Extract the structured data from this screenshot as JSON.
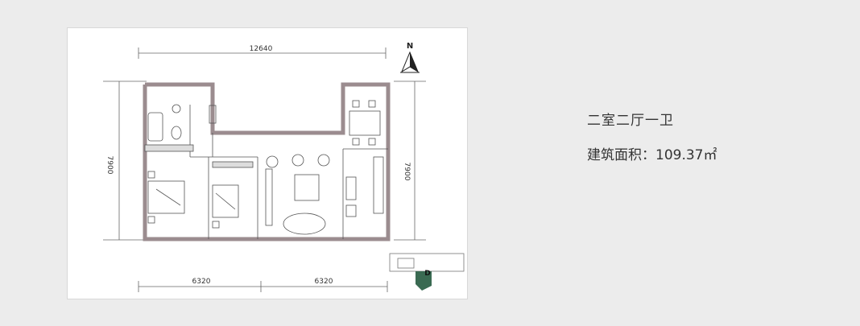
{
  "plan": {
    "width_label": "12640",
    "height_label_left": "7900",
    "height_label_right": "7900",
    "bottom_left_label": "6320",
    "bottom_right_label": "6320",
    "compass_label": "N",
    "unit_marker_label": "D",
    "colors": {
      "wall": "#b5a3a6",
      "line": "#555555",
      "locator": "#3a6a52"
    }
  },
  "info": {
    "layout": "二室二厅一卫",
    "area_label": "建筑面积：",
    "area_value": "109.37㎡"
  }
}
